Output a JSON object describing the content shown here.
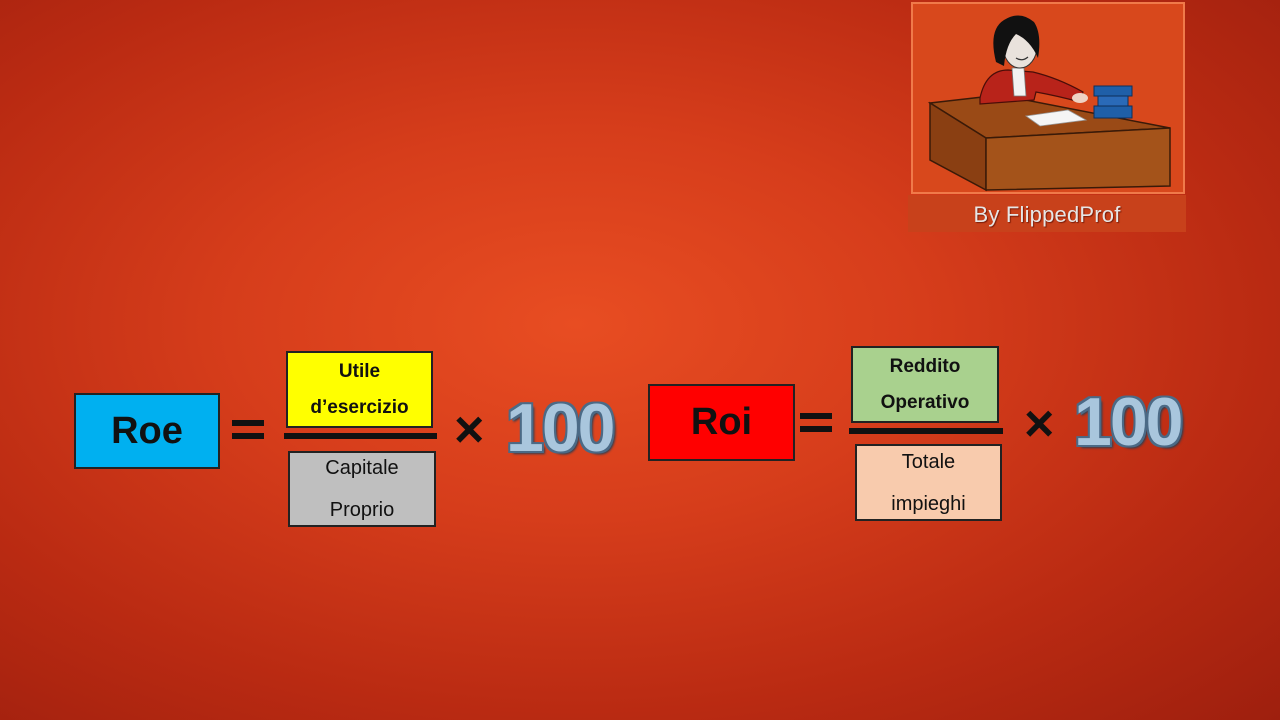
{
  "logo": {
    "caption": "By FlippedProf",
    "icon": "professor-at-desk-illustration"
  },
  "roe": {
    "label": "Roe",
    "numerator": "Utile\nd’esercizio",
    "denominator": "Capitale\nProprio",
    "times": "×",
    "multiplier": "100",
    "colors": {
      "label_bg": "#00b0f0",
      "numerator_bg": "#ffff00",
      "denominator_bg": "#bfbfbf"
    }
  },
  "roi": {
    "label": "Roi",
    "numerator": "Reddito\nOperativo",
    "denominator": "Totale\nimpieghi",
    "times": "×",
    "multiplier": "100",
    "colors": {
      "label_bg": "#ff0000",
      "numerator_bg": "#a9d18e",
      "denominator_bg": "#f8cbad"
    }
  }
}
